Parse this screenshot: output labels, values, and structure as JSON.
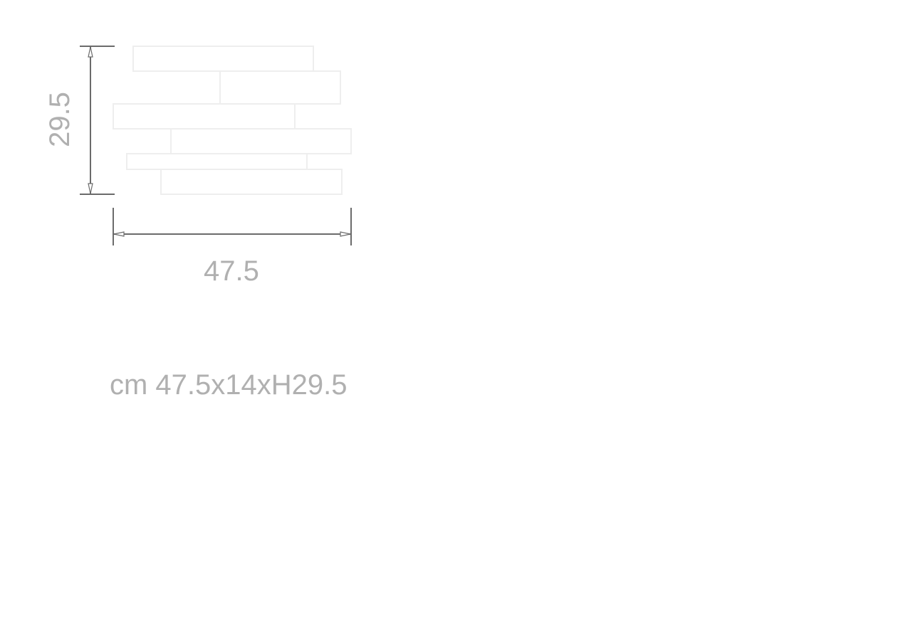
{
  "diagram": {
    "height_label": "29.5",
    "width_label": "47.5",
    "dimensions_text": "cm 47.5x14xH29.5"
  },
  "colors": {
    "stone_outline": "#eeeeee",
    "dimension_line": "#6b6b6b",
    "label_text": "#b0b0b0"
  }
}
